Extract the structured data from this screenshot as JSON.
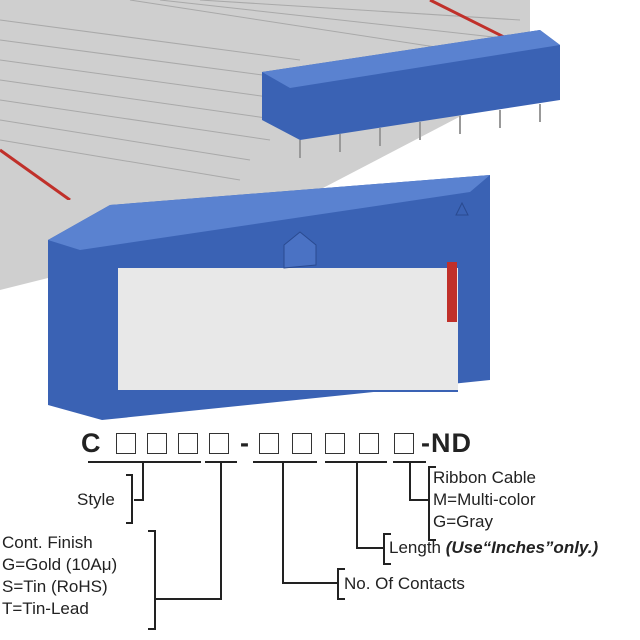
{
  "part_number": {
    "prefix": "C",
    "separator": "-",
    "suffix": "-ND"
  },
  "labels": {
    "style": "Style",
    "finish": [
      "Cont. Finish",
      "G=Gold (10Aμ)",
      "S=Tin (RoHS)",
      "T=Tin-Lead"
    ],
    "contacts": "No. Of Contacts",
    "length": "Length",
    "length_note": "(Use“Inches”only.)",
    "ribbon": [
      "Ribbon Cable",
      "M=Multi-color",
      "G=Gray"
    ]
  },
  "colors": {
    "connector": "#3a62b4",
    "cable": "#c8c8c8",
    "stripe": "#c0302a"
  }
}
